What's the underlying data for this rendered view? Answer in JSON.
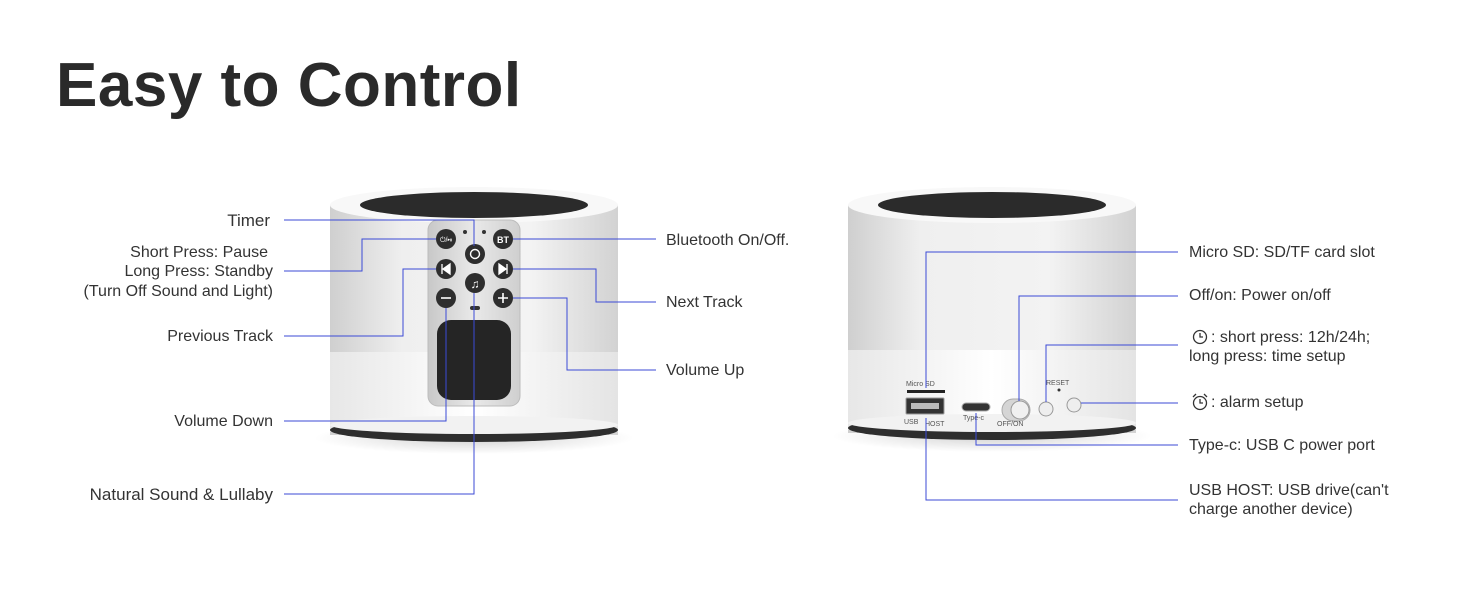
{
  "title": "Easy to Control",
  "left_labels": {
    "timer": "Timer",
    "short_press": "Short Press: Pause",
    "long_press": "Long Press: Standby",
    "turn_off": "(Turn Off Sound and Light)",
    "previous_track": "Previous Track",
    "volume_down": "Volume Down",
    "natural_sound": "Natural Sound & Lullaby",
    "bluetooth": "Bluetooth On/Off.",
    "next_track": "Next Track",
    "volume_up": "Volume Up"
  },
  "right_labels": {
    "micro_sd": "Micro SD: SD/TF card slot",
    "off_on": "Off/on: Power on/off",
    "clock_line1": ": short press: 12h/24h;",
    "clock_line2": "long press: time setup",
    "alarm": ": alarm setup",
    "type_c": "Type-c: USB C power port",
    "usb_host_line1": "USB HOST: USB drive(can't",
    "usb_host_line2": "charge another device)"
  },
  "device_markings": {
    "bt_button": "BT",
    "micro_sd": "Micro SD",
    "usb": "USB",
    "host": "HOST",
    "type_c": "Type-c",
    "off_on": "OFF/ON",
    "reset": "RESET"
  },
  "colors": {
    "leader_line": "#3b4ad6",
    "device_body": "#ececec",
    "grille": "#2b2b2b"
  }
}
